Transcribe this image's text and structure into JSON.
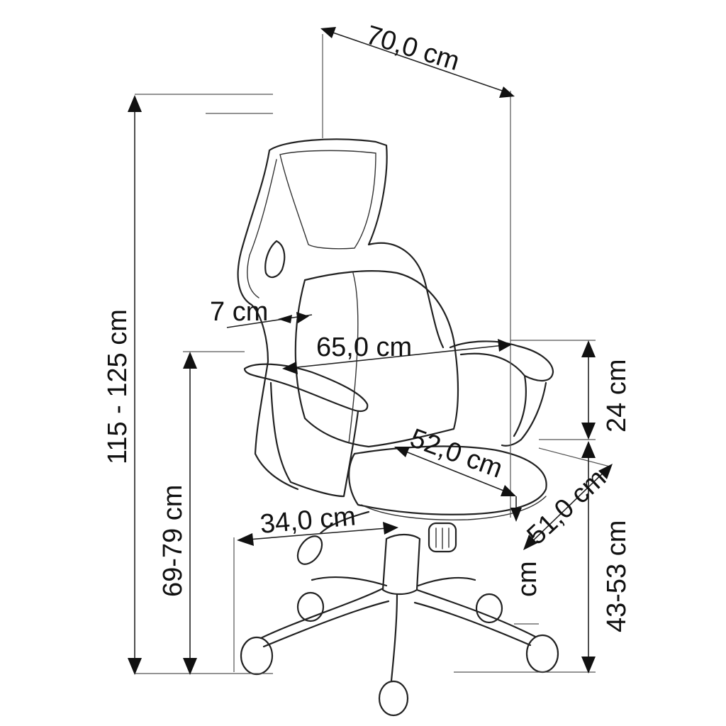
{
  "diagram": {
    "background": "#ffffff",
    "line_color": "#222222",
    "text_color": "#111111",
    "subject_icon": "office-chair-line-drawing",
    "dimensions": {
      "backrest_width": "70,0 cm",
      "total_height": "115 - 125 cm",
      "armrest_floor_height": "69-79 cm",
      "pad_thickness": "7 cm",
      "armrest_length": "65,0 cm",
      "armrest_above_seat": "24 cm",
      "seat_width": "52,0 cm",
      "seat_depth": "51,0 cm",
      "seat_height": "43-53 cm",
      "base_radius": "34,0 cm",
      "stray_unit": "cm"
    }
  }
}
